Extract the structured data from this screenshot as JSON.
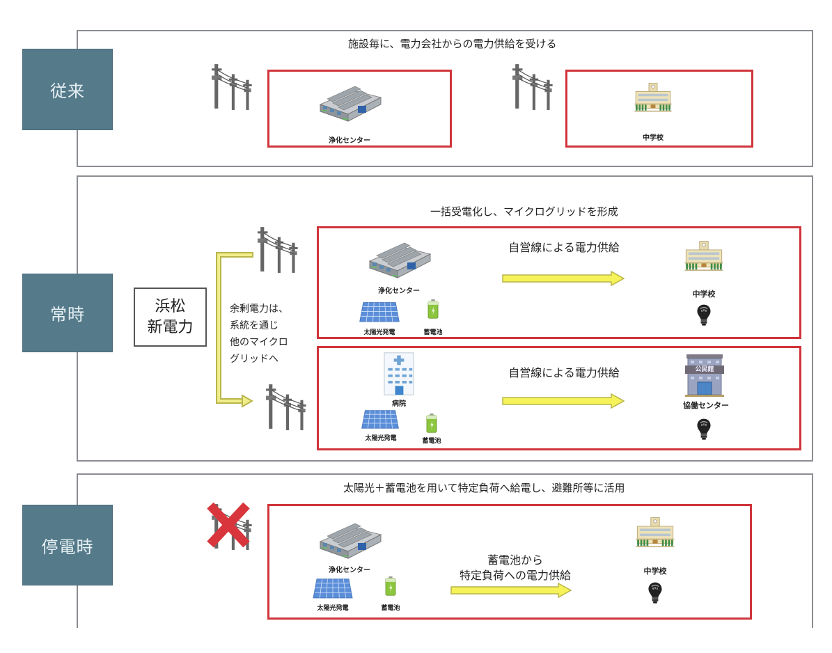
{
  "colors": {
    "tag_bg": "#557a8a",
    "tag_text": "#e6f0f3",
    "panel_border": "#8a8d92",
    "facility_box_border": "#d0343a",
    "arrow_fill": "#f5f25a",
    "arrow_stroke": "#b9b54a",
    "cross": "#d8363c"
  },
  "sections": {
    "conventional": {
      "tag": "従来",
      "heading": "施設毎に、電力会社からの電力供給を受ける",
      "facilities": [
        {
          "name": "浄化センター",
          "icon": "purification-plant-icon"
        },
        {
          "name": "中学校",
          "icon": "school-icon"
        }
      ]
    },
    "normal": {
      "tag": "常時",
      "heading": "一括受電化し、マイクログリッドを形成",
      "provider": {
        "line1": "浜松",
        "line2": "新電力"
      },
      "surplus_text": [
        "余剰電力は、",
        "系統を通じ",
        "他のマイクロ",
        "グリッドへ"
      ],
      "grids": [
        {
          "source": "浄化センター",
          "solar": "太陽光発電",
          "battery": "蓄電池",
          "supply_label": "自営線による電力供給",
          "destination": "中学校"
        },
        {
          "source": "病院",
          "solar": "太陽光発電",
          "battery": "蓄電池",
          "supply_label": "自営線による電力供給",
          "destination": "協働センター",
          "destination_sign": "公民館"
        }
      ]
    },
    "outage": {
      "tag": "停電時",
      "heading": "太陽光＋蓄電池を用いて特定負荷へ給電し、避難所等に活用",
      "source": "浄化センター",
      "solar": "太陽光発電",
      "battery": "蓄電池",
      "supply_line1": "蓄電池から",
      "supply_line2": "特定負荷への電力供給",
      "destination": "中学校"
    }
  }
}
